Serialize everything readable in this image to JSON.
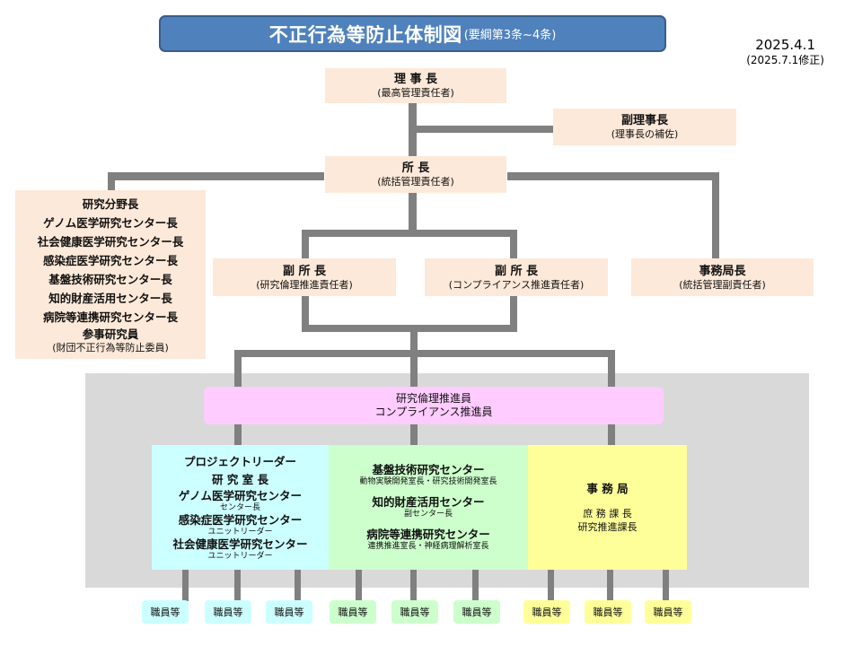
{
  "header": {
    "title": "不正行為等防止体制図",
    "subtitle": "(要綱第3条~4条)",
    "date": "2025.4.1",
    "revision": "(2025.7.1修正)"
  },
  "org": {
    "chairman": {
      "title": "理 事 長",
      "role": "(最高管理責任者)"
    },
    "vice_chairman": {
      "title": "副理事長",
      "role": "(理事長の補佐)"
    },
    "director": {
      "title": "所 長",
      "role": "(統括管理責任者)"
    },
    "research_heads": {
      "items": [
        "研究分野長",
        "ゲノム医学研究センター長",
        "社会健康医学研究センター長",
        "感染症医学研究センター長",
        "基盤技術研究センター長",
        "知的財産活用センター長",
        "病院等連携研究センター長",
        "参事研究員"
      ],
      "note": "(財団不正行為等防止委員)"
    },
    "deputy_ethics": {
      "title": "副 所 長",
      "role": "(研究倫理推進責任者)"
    },
    "deputy_compliance": {
      "title": "副 所 長",
      "role": "(コンプライアンス推進責任者)"
    },
    "secretariat_head": {
      "title": "事務局長",
      "role": "(統括管理副責任者)"
    },
    "promoters": {
      "line1": "研究倫理推進員",
      "line2": "コンプライアンス推進員"
    }
  },
  "panels": {
    "research": {
      "line1": "プロジェクトリーダー",
      "line2": "研 究 室 長",
      "center1": "ゲノム医学研究センター",
      "center1_role": "センター長",
      "center2": "感染症医学研究センター",
      "center2_role": "ユニットリーダー",
      "center3": "社会健康医学研究センター",
      "center3_role": "ユニットリーダー"
    },
    "centers": {
      "center1": "基盤技術研究センター",
      "center1_role": "動物実験開発室長・研究技術開発室長",
      "center2": "知的財産活用センター",
      "center2_role": "副センター長",
      "center3": "病院等連携研究センター",
      "center3_role": "連携推進室長・神経病理解析室長"
    },
    "office": {
      "title": "事 務 局",
      "role1": "庶 務 課 長",
      "role2": "研究推進課長"
    }
  },
  "staff": {
    "label": "職員等",
    "groups": [
      "research",
      "research",
      "research",
      "centers",
      "centers",
      "centers",
      "office",
      "office",
      "office"
    ]
  },
  "colors": {
    "title_bg": "#4f81bd",
    "title_border": "#385d8a",
    "executive_box": "#fde9d9",
    "connector": "#808080",
    "gray_area": "#d9d9d9",
    "promoter_box": "#ffccff",
    "research_panel": "#ccffff",
    "center_panel": "#ccffcc",
    "office_panel": "#ffff99"
  }
}
